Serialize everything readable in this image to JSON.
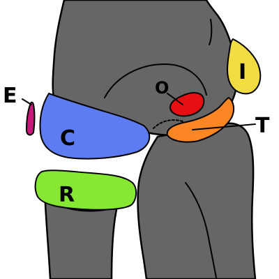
{
  "labels": {
    "e": "E",
    "c": "C",
    "r": "R",
    "o": "O",
    "t": "T",
    "i": "I"
  },
  "colors": {
    "bone": "#666666",
    "capitulum": "#5d7cf1",
    "radial_head": "#86e832",
    "olecranon": "#e80f12",
    "trochlea": "#fc8524",
    "medial_epicondyle": "#f1dc41",
    "lateral_epicondyle": "#c8187a",
    "outline": "#000000"
  }
}
